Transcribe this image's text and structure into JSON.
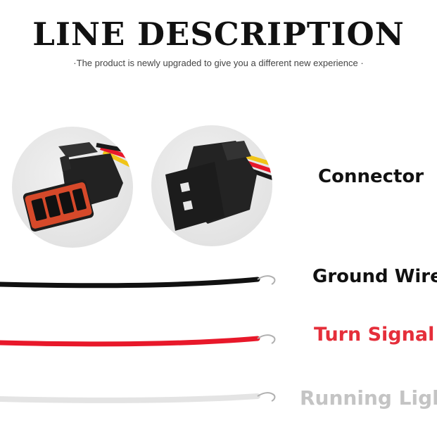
{
  "header": {
    "title": "LINE DESCRIPTION",
    "subtitle": "·The product is newly upgraded to give you a different new experience ·"
  },
  "labels": {
    "connector": "Connector",
    "ground": "Ground Wire",
    "turn": "Turn Signal",
    "running": "Running Light"
  },
  "colors": {
    "ground_wire": "#111111",
    "turn_wire": "#e8182a",
    "running_wire": "#e6e6e6",
    "turn_text": "#e52e3a",
    "running_text": "#c4c4c4",
    "label_text": "#111111",
    "connector_seal": "#e4462a"
  },
  "images": {
    "left": "connector-male-icon",
    "right": "connector-female-icon"
  }
}
